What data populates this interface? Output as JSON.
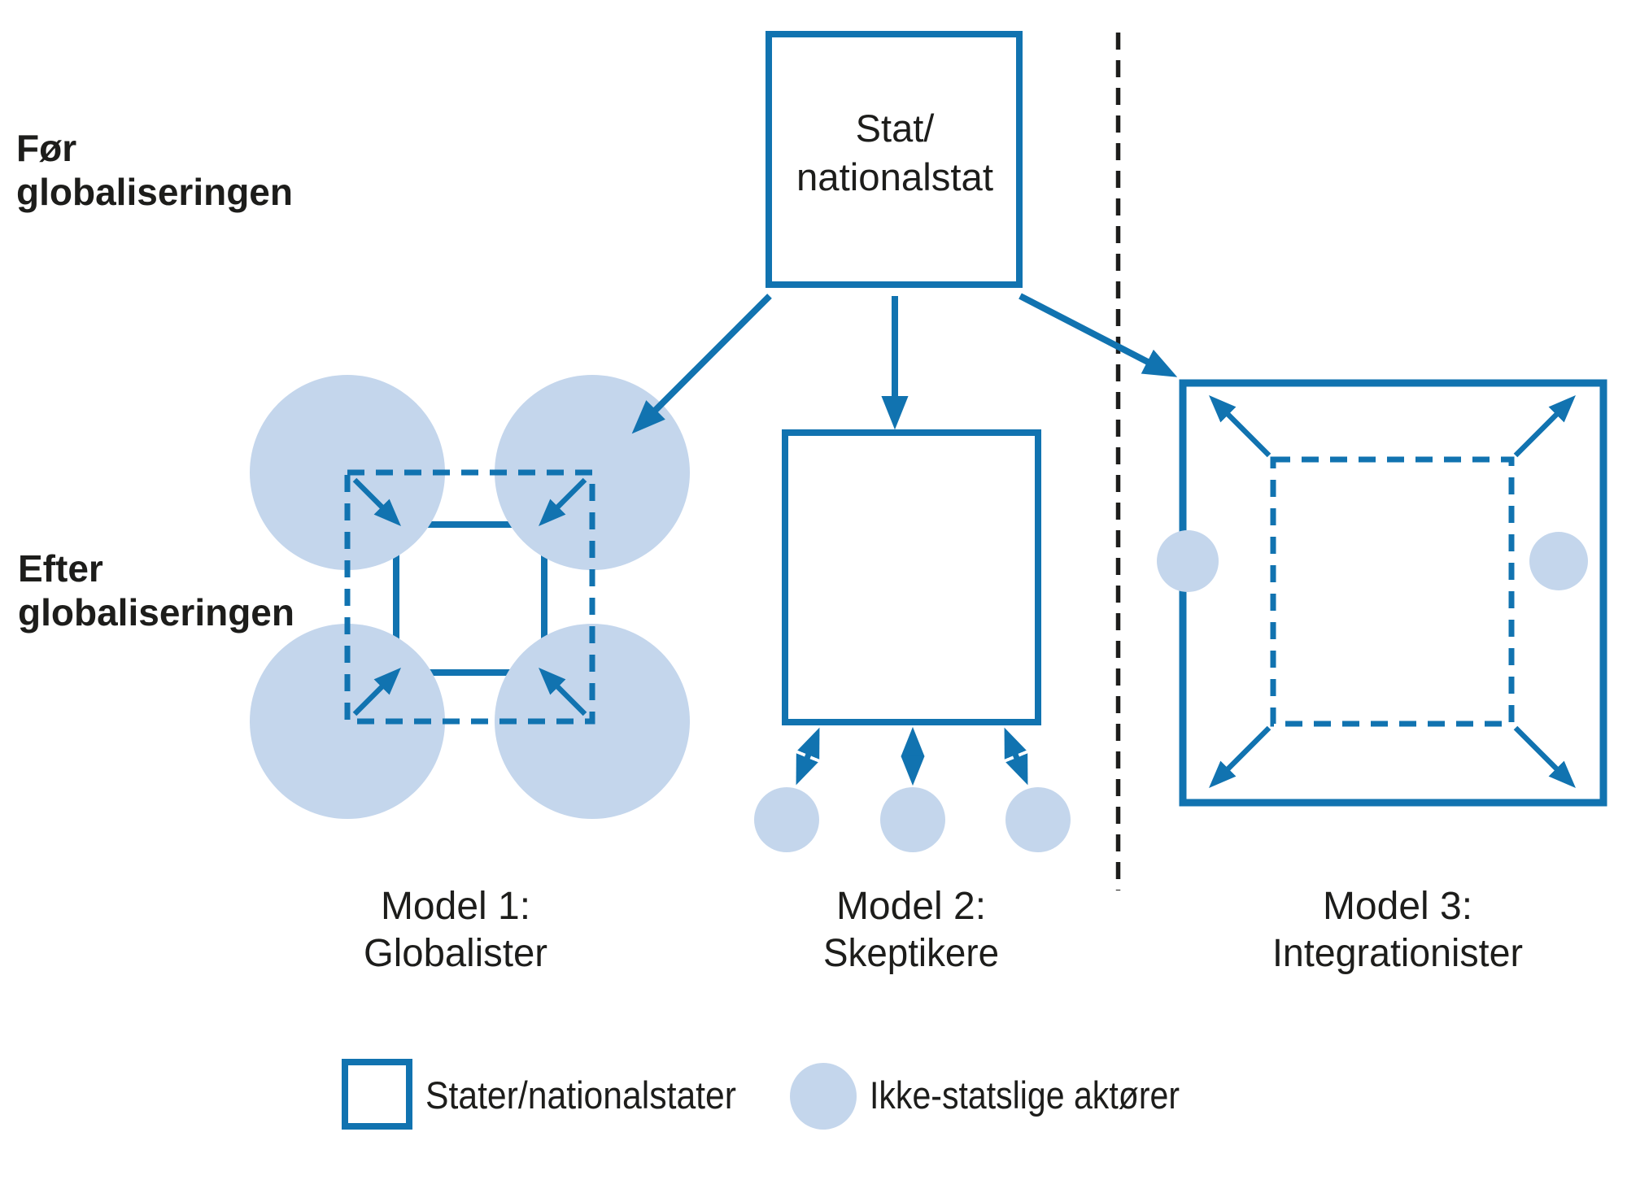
{
  "colors": {
    "accent": "#1173b0",
    "light": "#c4d6ec",
    "text": "#1d1d1b",
    "separator": "#1d1d1b",
    "background": "#ffffff"
  },
  "labels": {
    "before": {
      "line1": "Før",
      "line2": "globaliseringen"
    },
    "after": {
      "line1": "Efter",
      "line2": "globaliseringen"
    },
    "stat_box": {
      "line1": "Stat/",
      "line2": "nationalstat"
    }
  },
  "models": [
    {
      "title": "Model 1:",
      "subtitle": "Globalister"
    },
    {
      "title": "Model 2:",
      "subtitle": "Skeptikere"
    },
    {
      "title": "Model 3:",
      "subtitle": "Integrationister"
    }
  ],
  "legend": [
    {
      "symbol": "square-outline",
      "label": "Stater/nationalstater"
    },
    {
      "symbol": "circle-filled",
      "label": "Ikke-statslige aktører"
    }
  ]
}
